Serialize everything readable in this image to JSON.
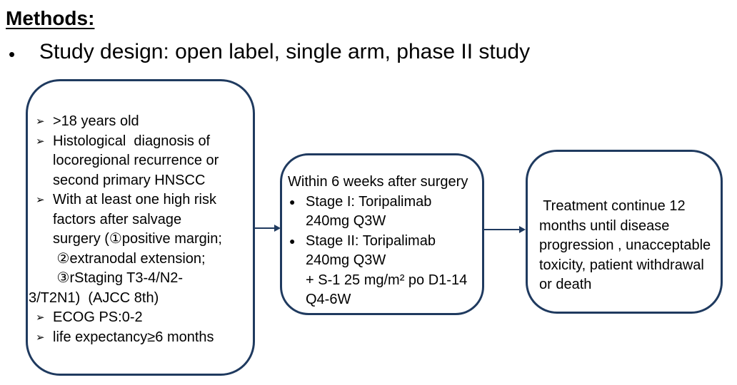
{
  "colors": {
    "outline": "#1f3a5f",
    "text": "#000000"
  },
  "header": {
    "title": "Methods:",
    "bullet_char": "•",
    "subtitle": "Study design: open label, single arm, phase II study"
  },
  "eligibility_box": {
    "items": [
      {
        "bullet": "➢",
        "text": ">18 years old"
      },
      {
        "bullet": "➢",
        "text": "Histological  diagnosis of\nlocoregional recurrence or\nsecond primary HNSCC"
      },
      {
        "bullet": "➢",
        "text": "With at least one high risk\nfactors after salvage\nsurgery (①positive margin;\n ②extranodal extension;\n ③rStaging T3-4/N2-"
      },
      {
        "bullet": "",
        "text": "3/T2N1)  (AJCC 8th)"
      },
      {
        "bullet": "➢",
        "text": "ECOG PS:0-2"
      },
      {
        "bullet": "➢",
        "text": "life expectancy≥6 months"
      }
    ]
  },
  "treatment_box": {
    "header": "Within 6 weeks after surgery",
    "items": [
      {
        "bullet": "●",
        "text": "Stage I: Toripalimab\n240mg Q3W"
      },
      {
        "bullet": "●",
        "text": "Stage II: Toripalimab\n240mg Q3W\n+ S-1 25 mg/m² po D1-14\nQ4-6W"
      }
    ]
  },
  "followup_box": {
    "text": " Treatment continue 12\nmonths until disease\nprogression , unacceptable\ntoxicity, patient withdrawal\nor death"
  }
}
